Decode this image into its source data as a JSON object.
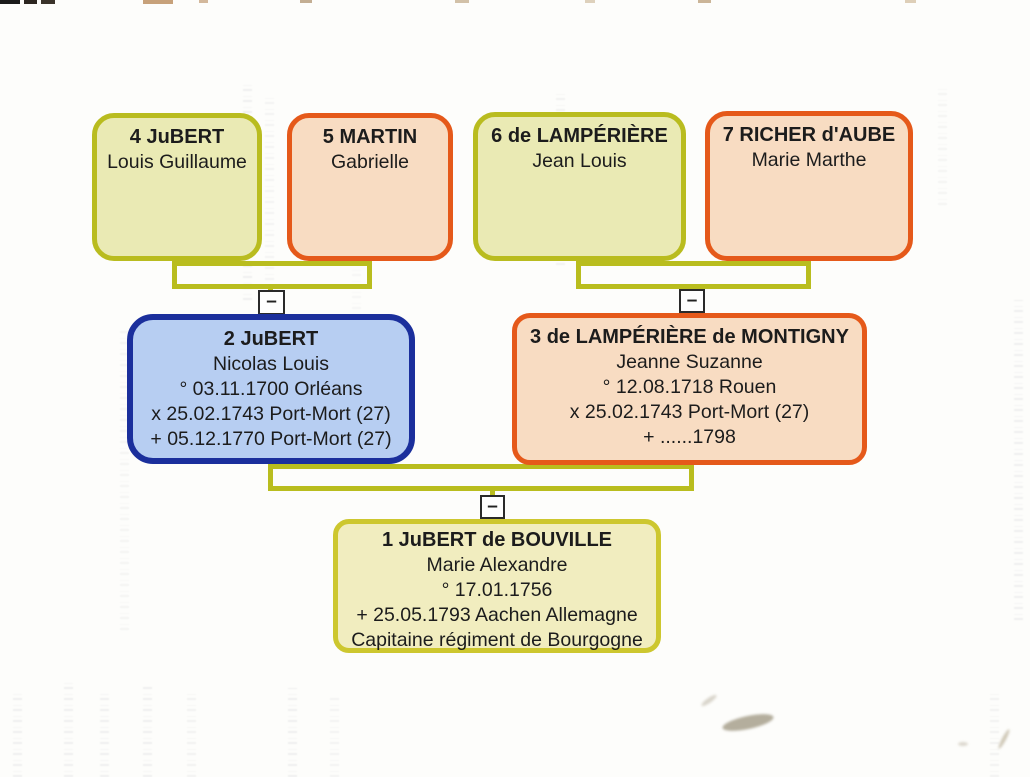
{
  "document": {
    "type": "genealogy-ascendance-chart",
    "marriage_symbol": "–"
  },
  "colors": {
    "connector": "#b9bd1e",
    "paternal_fill": "#eaeab4",
    "paternal_border": "#b9bc1f",
    "maternal_fill": "#f8dcc2",
    "maternal_border": "#e5591a",
    "subject_father_fill": "#b7cef2",
    "subject_father_border": "#1b2f9c",
    "subject_fill": "#f1edbf",
    "subject_border": "#cdc72f"
  },
  "tree": {
    "persons": [
      {
        "id": "1",
        "title": "1 JuBERT de BOUVILLE",
        "lines": [
          "Marie Alexandre",
          "° 17.01.1756",
          "+ 25.05.1793 Aachen Allemagne",
          "Capitaine régiment de Bourgogne"
        ]
      },
      {
        "id": "2",
        "title": "2 JuBERT",
        "lines": [
          "Nicolas Louis",
          "° 03.11.1700 Orléans",
          "x 25.02.1743 Port-Mort (27)",
          "+ 05.12.1770 Port-Mort (27)"
        ]
      },
      {
        "id": "3",
        "title": "3 de LAMPÉRIÈRE de MONTIGNY",
        "lines": [
          "Jeanne Suzanne",
          "° 12.08.1718 Rouen",
          "x 25.02.1743 Port-Mort (27)",
          "+ ......1798"
        ]
      },
      {
        "id": "4",
        "title": "4 JuBERT",
        "lines": [
          "Louis Guillaume"
        ]
      },
      {
        "id": "5",
        "title": "5 MARTIN",
        "lines": [
          "Gabrielle"
        ]
      },
      {
        "id": "6",
        "title": "6 de LAMPÉRIÈRE",
        "lines": [
          "Jean Louis"
        ]
      },
      {
        "id": "7",
        "title": "7 RICHER d'AUBE",
        "lines": [
          "Marie Marthe"
        ]
      }
    ]
  }
}
